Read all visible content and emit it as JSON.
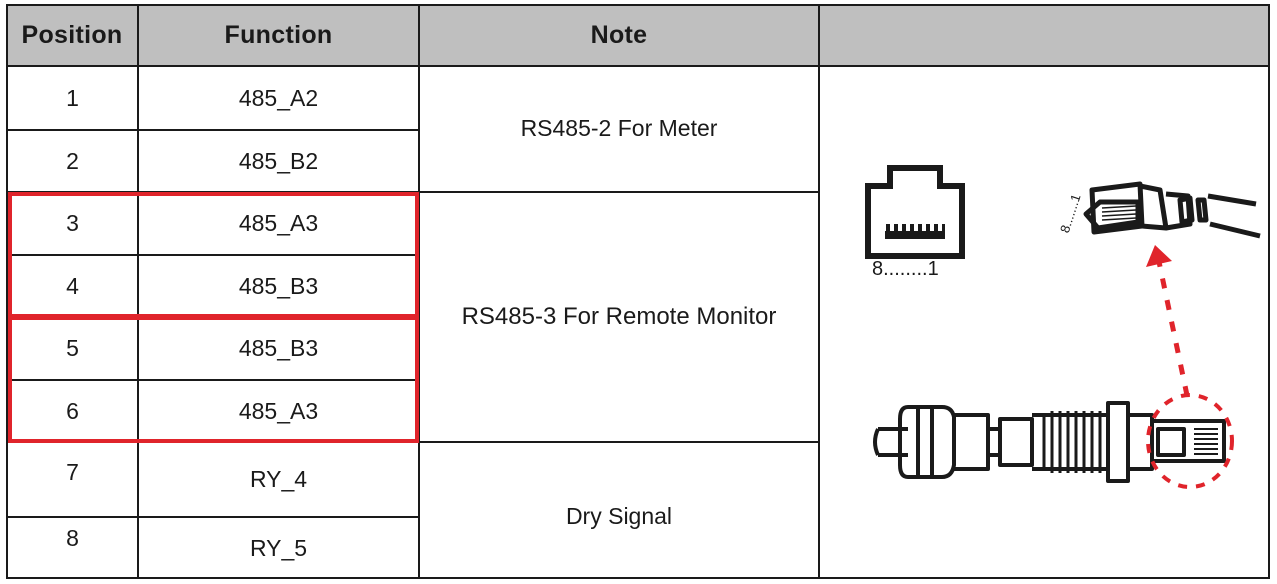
{
  "table": {
    "headers": {
      "position": "Position",
      "function": "Function",
      "note": "Note"
    },
    "rows": [
      {
        "position": "1",
        "function": "485_A2"
      },
      {
        "position": "2",
        "function": "485_B2"
      },
      {
        "position": "3",
        "function": "485_A3"
      },
      {
        "position": "4",
        "function": "485_B3"
      },
      {
        "position": "5",
        "function": "485_B3"
      },
      {
        "position": "6",
        "function": "485_A3"
      },
      {
        "position": "7",
        "function": "RY_4"
      },
      {
        "position": "8",
        "function": "RY_5"
      }
    ],
    "notes": [
      {
        "text": "RS485-2 For Meter",
        "rows": "1-2"
      },
      {
        "text": "RS485-3 For Remote Monitor",
        "rows": "3-6"
      },
      {
        "text": "Dry Signal",
        "rows": "7-8"
      }
    ]
  },
  "figure": {
    "socket_pin_label": "8........1",
    "plug_pin_label": "8.......1",
    "highlight_color": "#e0242b",
    "header_color": "#bfbfbf",
    "icons": [
      "rj45-socket-icon",
      "rj45-plug-icon",
      "cable-gland-connector-icon",
      "dashed-arrow-icon"
    ]
  }
}
